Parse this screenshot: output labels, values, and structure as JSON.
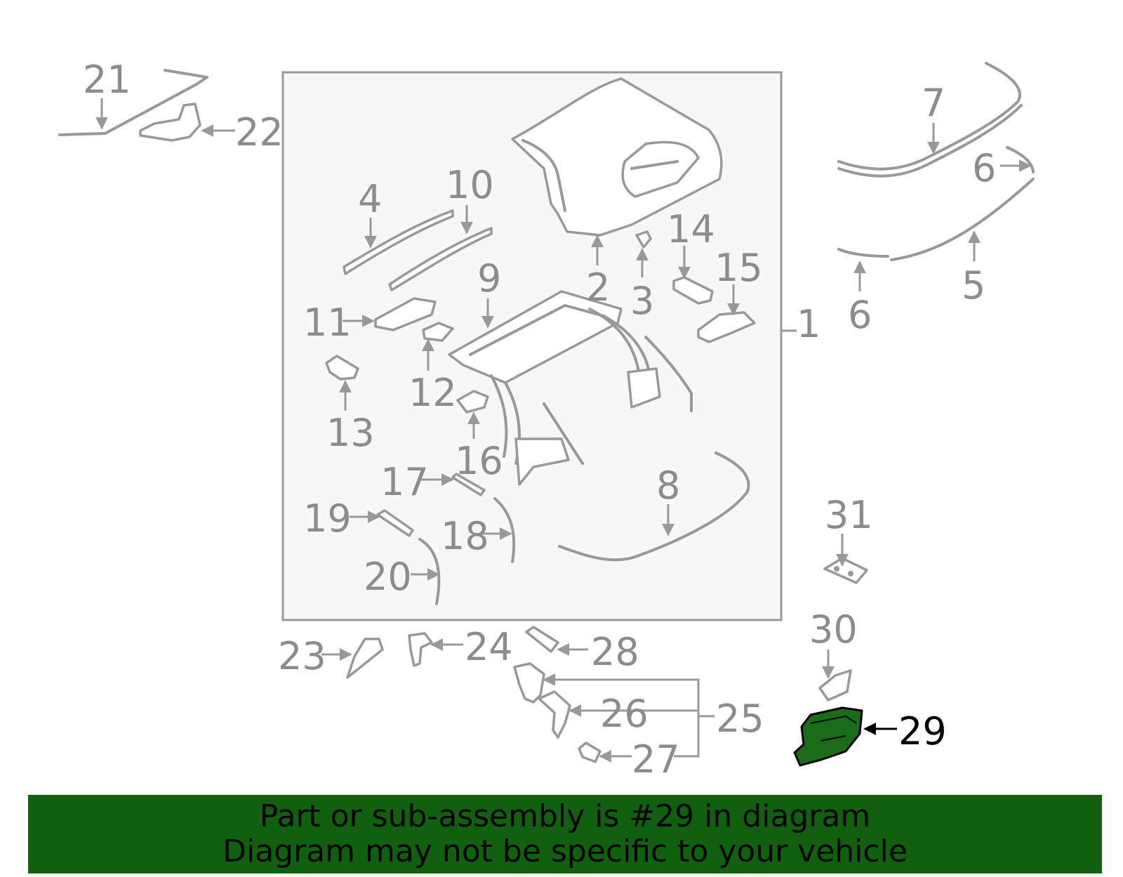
{
  "diagram": {
    "highlight_color": "#1a6b1a",
    "callouts": [
      {
        "id": "c1",
        "label": "1"
      },
      {
        "id": "c2",
        "label": "2"
      },
      {
        "id": "c3",
        "label": "3"
      },
      {
        "id": "c4",
        "label": "4"
      },
      {
        "id": "c5",
        "label": "5"
      },
      {
        "id": "c6a",
        "label": "6"
      },
      {
        "id": "c6b",
        "label": "6"
      },
      {
        "id": "c7",
        "label": "7"
      },
      {
        "id": "c8",
        "label": "8"
      },
      {
        "id": "c9",
        "label": "9"
      },
      {
        "id": "c10",
        "label": "10"
      },
      {
        "id": "c11",
        "label": "11"
      },
      {
        "id": "c12a",
        "label": "12"
      },
      {
        "id": "c12b",
        "label": "12"
      },
      {
        "id": "c13",
        "label": "13"
      },
      {
        "id": "c14",
        "label": "14"
      },
      {
        "id": "c15",
        "label": "15"
      },
      {
        "id": "c16",
        "label": "16"
      },
      {
        "id": "c17",
        "label": "17"
      },
      {
        "id": "c18",
        "label": "18"
      },
      {
        "id": "c19",
        "label": "19"
      },
      {
        "id": "c20",
        "label": "20"
      },
      {
        "id": "c21",
        "label": "21"
      },
      {
        "id": "c22",
        "label": "22"
      },
      {
        "id": "c23",
        "label": "23"
      },
      {
        "id": "c24",
        "label": "24"
      },
      {
        "id": "c25",
        "label": "25"
      },
      {
        "id": "c26",
        "label": "26"
      },
      {
        "id": "c27",
        "label": "27"
      },
      {
        "id": "c28",
        "label": "28"
      },
      {
        "id": "c29",
        "label": "29",
        "highlighted": true
      },
      {
        "id": "c30",
        "label": "30"
      },
      {
        "id": "c31",
        "label": "31"
      }
    ]
  },
  "banner": {
    "background": "#106010",
    "line1": "Part or sub-assembly is #29 in diagram",
    "line2": "Diagram may not be specific to your vehicle"
  }
}
